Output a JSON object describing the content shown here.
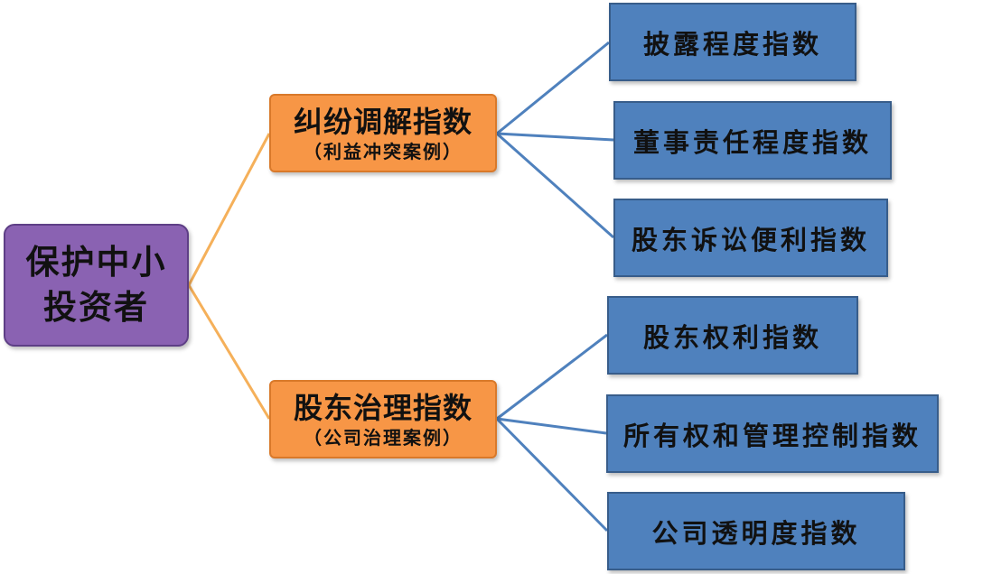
{
  "root": {
    "line1": "保护中小",
    "line2": "投资者"
  },
  "branches": [
    {
      "title": "纠纷调解指数",
      "subtitle": "（利益冲突案例）",
      "children": [
        "披露程度指数",
        "董事责任程度指数",
        "股东诉讼便利指数"
      ]
    },
    {
      "title": "股东治理指数",
      "subtitle": "（公司治理案例）",
      "children": [
        "股东权利指数",
        "所有权和管理控制指数",
        "公司透明度指数"
      ]
    }
  ],
  "colors": {
    "root_fill": "#8a62b2",
    "branch_fill": "#f79646",
    "leaf_fill": "#4f81bd",
    "root_to_branch_line": "#f5b05a",
    "branch_to_leaf_line": "#4f81bd"
  }
}
